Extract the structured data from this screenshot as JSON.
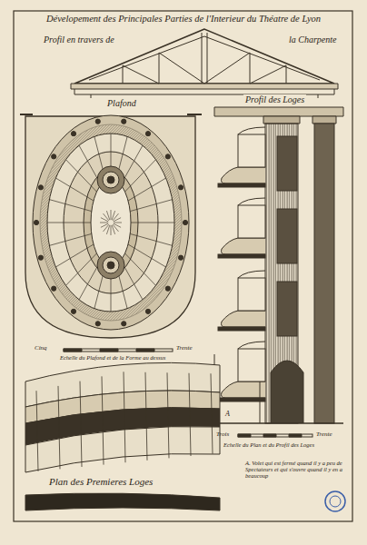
{
  "diagram": {
    "title": "Dévelopement des Principales Parties de l'Interieur du Théatre de Lyon",
    "labels": [
      "Profil en travers de",
      "la Charpente",
      "Plafond",
      "Profil des Loges",
      "Cinq",
      "Trente",
      "Echelle du Plafond et de la Forme au dessus",
      "Plan des Premieres Loges",
      "Trois",
      "Trente",
      "Echelle du Plan et du Profil des Loges",
      "A. Volet qui est fermé quand il y a peu de Spectateurs et qui s'ouvre quand il y en a beaucoup",
      "A"
    ]
  }
}
